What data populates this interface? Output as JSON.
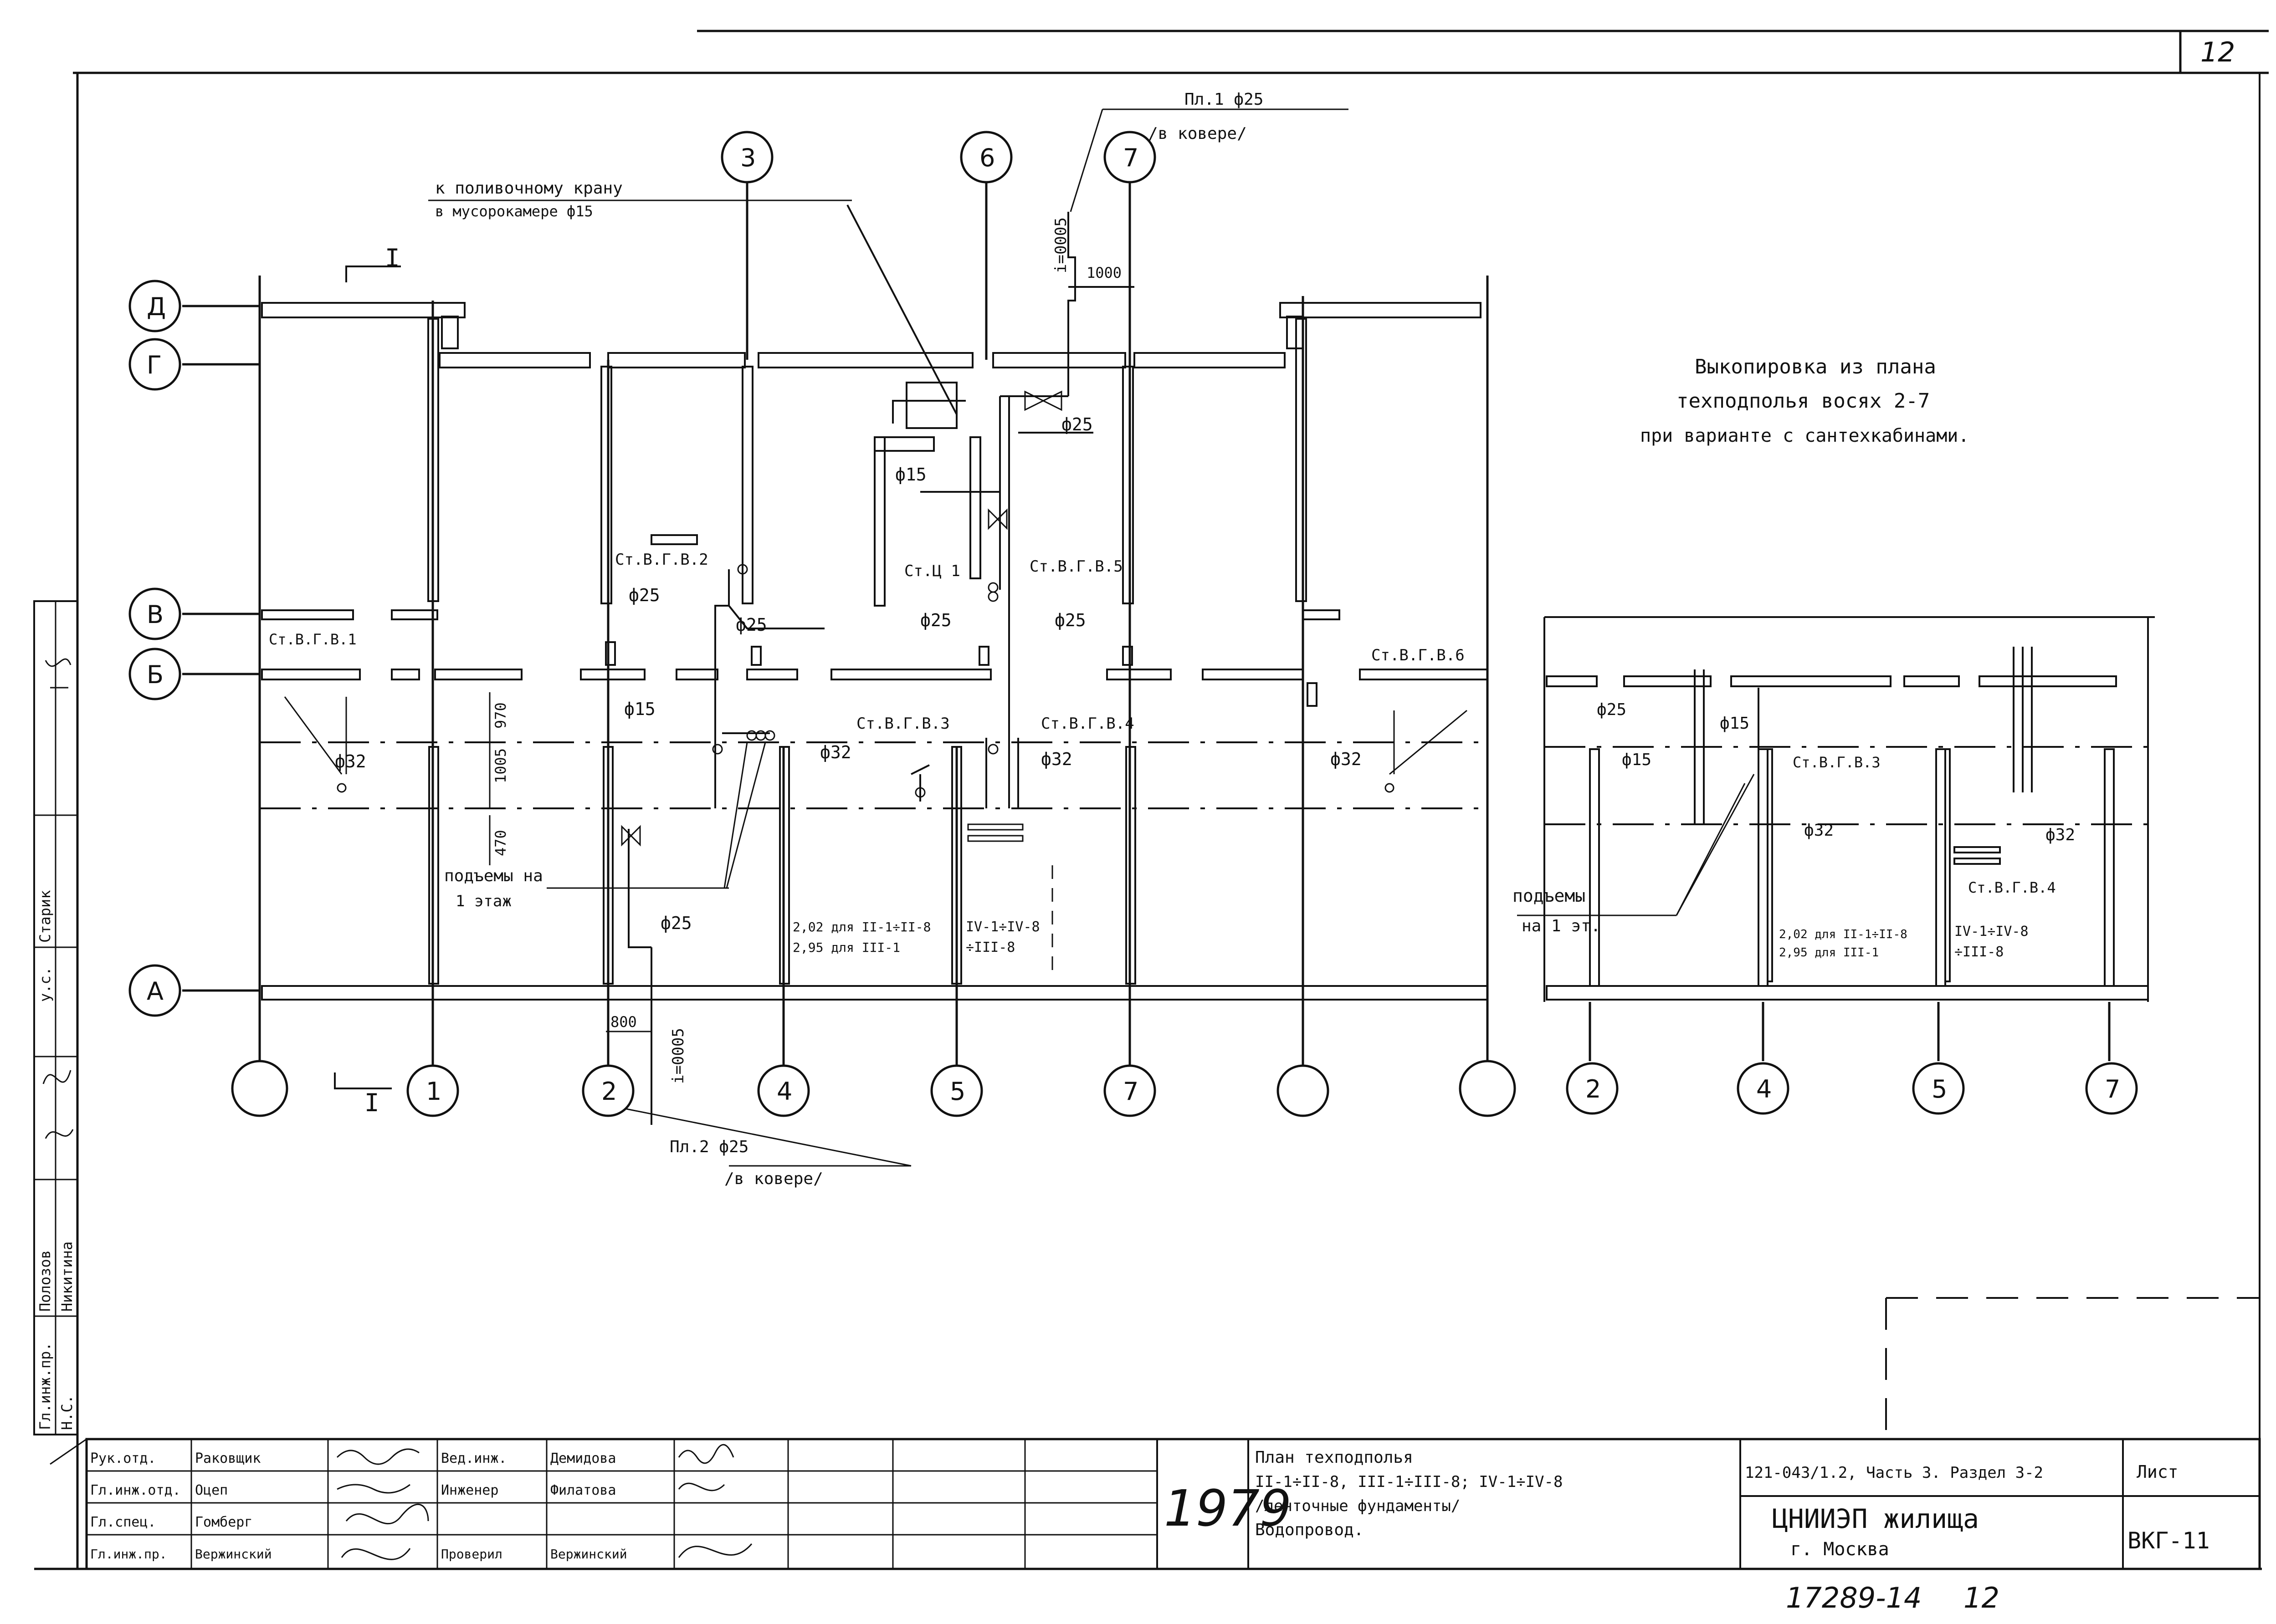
{
  "sheet": {
    "page_number": "12",
    "bottom_handwritten": "17289-14",
    "bottom_page": "12"
  },
  "note": {
    "line1": "Выкопировка из плана",
    "line2": "техподполья восях 2-7",
    "line3": "при варианте с сантехкабинами."
  },
  "main_plan": {
    "section_mark": "I",
    "row_axes": [
      "Д",
      "Г",
      "В",
      "Б",
      "А"
    ],
    "col_axes": [
      "1",
      "2",
      "4",
      "5",
      "7"
    ],
    "top_axes": [
      "3",
      "6",
      "7"
    ],
    "callout_top_1": "Пл.1 ф25",
    "callout_top_2": "/в ковере/",
    "callout_crane_1": "к поливочному крану",
    "callout_crane_2": "в мусорокамере ф15",
    "callout_bottom_1": "Пл.2 ф25",
    "callout_bottom_2": "/в ковере/",
    "slope_top": "i=0005",
    "slope_bottom": "i=0005",
    "dim_1000": "1000",
    "dim_800": "800",
    "dim_1005": "1005",
    "dim_970": "970",
    "dim_470": "470",
    "d25_a": "ф25",
    "d15_a": "ф15",
    "st_v_g_v2": "Ст.В.Г.В.2",
    "d25_b": "ф25",
    "st_c1": "Ст.Ц 1",
    "st_v5": "Ст.В.Г.В.5",
    "d25_c": "ф25",
    "d25_d": "ф25",
    "d25_e": "ф25",
    "st_v1": "Ст.В.Г.В.1",
    "st_v6": "Ст.В.Г.В.6",
    "d15_b": "ф15",
    "st_v3": "Ст.В.Г.В.3",
    "st_v4": "Ст.В.Г.В.4",
    "d32_a": "ф32",
    "d32_b": "ф32",
    "d32_c": "ф32",
    "d32_d": "ф32",
    "risers_1": "подъемы на",
    "risers_2": "1 этаж",
    "d25_f": "ф25",
    "mark_a1": "2,02 для II-1÷II-8",
    "mark_a2": "2,95 для III-1",
    "mark_b1": "IV-1÷IV-8",
    "mark_b2": "÷III-8"
  },
  "inset_plan": {
    "col_axes": [
      "2",
      "4",
      "5",
      "7"
    ],
    "d25": "ф25",
    "d15_a": "ф15",
    "d15_b": "ф15",
    "st_v3": "Ст.В.Г.В.3",
    "d32_a": "ф32",
    "d32_b": "ф32",
    "st_v4": "Ст.В.Г.В.4",
    "risers_1": "подъемы",
    "risers_2": "на 1 эт.",
    "mark_a1": "2,02 для II-1÷II-8",
    "mark_a2": "2,95 для III-1",
    "mark_b1": "IV-1÷IV-8",
    "mark_b2": "÷III-8"
  },
  "side_stamp": {
    "role_1": "Гл.инж.пр.",
    "name_1": "Полозов",
    "role_2": "Н.С.",
    "name_2": "Никитина",
    "role_3": "у.с.",
    "name_3": "Старик"
  },
  "title_block": {
    "roles": [
      "Рук.отд.",
      "Гл.инж.отд.",
      "Гл.спец.",
      "Гл.инж.пр."
    ],
    "names": [
      "Раковщик",
      "Оцеп",
      "Гомберг",
      "Вержинский"
    ],
    "roles2": [
      "Вед.инж.",
      "Инженер",
      "",
      "Проверил"
    ],
    "names2": [
      "Демидова",
      "Филатова",
      "",
      "Вержинский"
    ],
    "year": "1979",
    "title_1": "План техподполья",
    "title_2": "II-1÷II-8, III-1÷III-8; IV-1÷IV-8",
    "title_3": "/ленточные фундаменты/",
    "title_4": "Водопровод.",
    "code": "121-043/1.2, Часть 3. Раздел 3-2",
    "sheet_label": "Лист",
    "org_1": "ЦНИИЭП жилища",
    "org_2": "г. Москва",
    "sheet_code": "ВКГ-11"
  }
}
